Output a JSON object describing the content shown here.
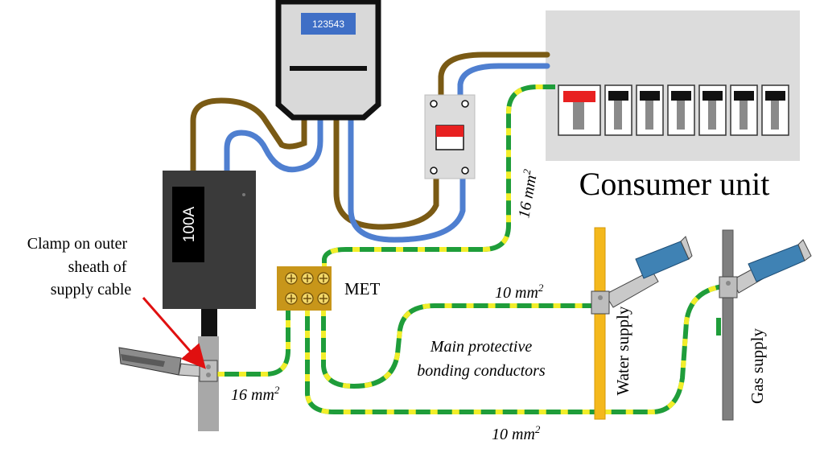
{
  "meter": {
    "reading": "123543"
  },
  "cutout": {
    "rating": "100A"
  },
  "consumer_unit": {
    "title": "Consumer unit"
  },
  "met": {
    "label": "MET"
  },
  "annotations": {
    "clamp_line1": "Clamp on outer",
    "clamp_line2": "sheath of",
    "clamp_line3": "supply cable",
    "size_cu": "16 mm",
    "size_supply": "16 mm",
    "size_water": "10 mm",
    "size_gas": "10 mm",
    "superscript": "2",
    "bonding_line1": "Main protective",
    "bonding_line2": "bonding conductors",
    "water": "Water supply",
    "gas": "Gas supply"
  },
  "colors": {
    "phase": "#7a5a14",
    "neutral": "#4f7fd0",
    "earth_green": "#1f9d3a",
    "earth_yellow": "#f2ee2a",
    "cu_body": "#dcdcdc",
    "meter_screen": "#3f6fc6",
    "cutout_body": "#3a3a3a",
    "met_body": "#c8961a",
    "water_pipe": "#f4b81c",
    "gas_pipe": "#7f7f7f",
    "clamp_blue": "#3f82b4",
    "arrow": "#e01010"
  }
}
